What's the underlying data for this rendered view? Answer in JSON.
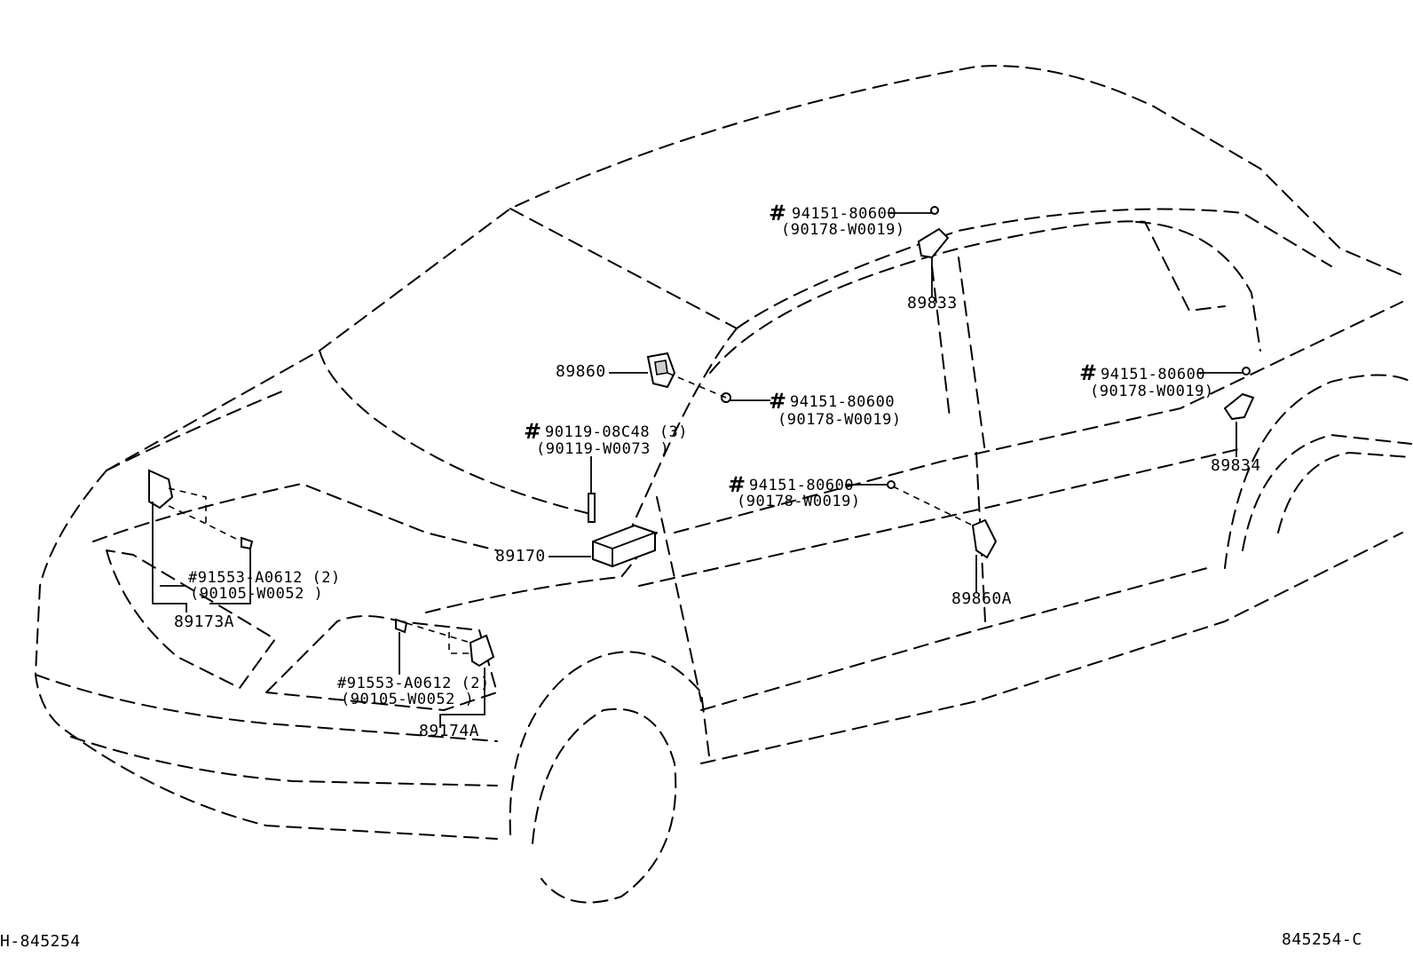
{
  "labels": {
    "ref_89860": "89860",
    "ref_89833": "89833",
    "ref_89834": "89834",
    "ref_89170": "89170",
    "ref_89173A": "89173A",
    "ref_89174A": "89174A",
    "ref_89860A": "89860A",
    "nut_a_num": "94151-80600",
    "nut_a_alt": "(90178-W0019)",
    "nut_b_num": "94151-80600",
    "nut_b_alt": "(90178-W0019)",
    "nut_c_num": "94151-80600",
    "nut_c_alt": "(90178-W0019)",
    "nut_d_num": "94151-80600",
    "nut_d_alt": "(90178-W0019)",
    "bolt_num": "90119-08C48 (3)",
    "bolt_alt": "(90119-W0073 )",
    "screw_a_num": "#91553-A0612 (2)",
    "screw_a_alt": "(90105-W0052 )",
    "screw_b_num": "#91553-A0612 (2)",
    "screw_b_alt": "(90105-W0052 )",
    "hash_symbol": "#"
  },
  "footer": {
    "left_code": "H-845254",
    "right_code": "845254-C"
  }
}
